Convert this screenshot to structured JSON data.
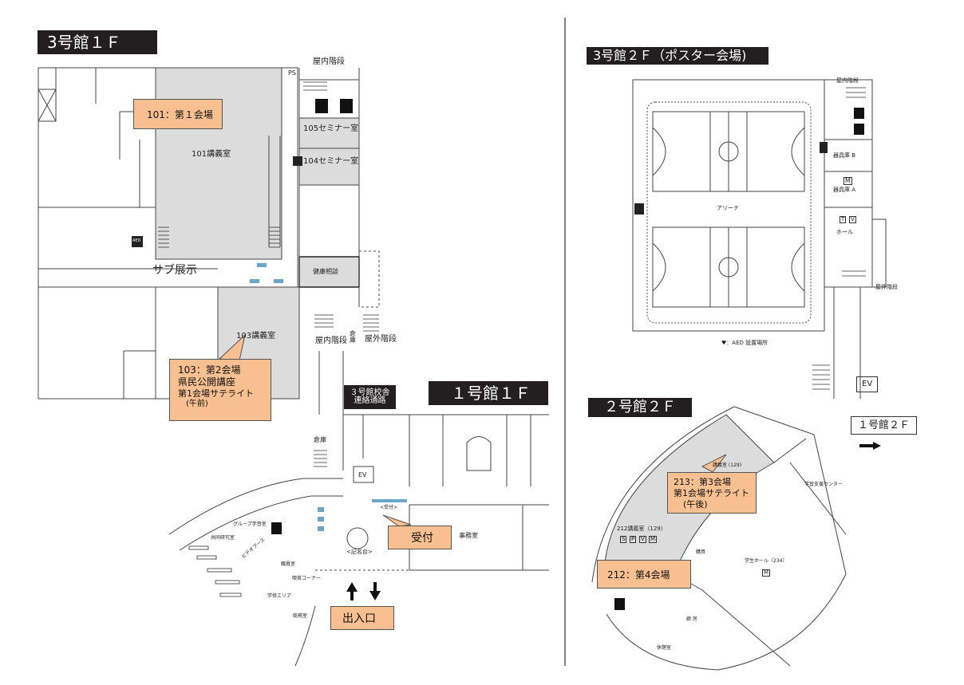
{
  "headers": {
    "b3_1f": "3号館１Ｆ",
    "b3_2f": "3号館２Ｆ（ポスター会場)",
    "b1_1f": "１号館１Ｆ",
    "b2_2f": "２号館２Ｆ"
  },
  "callouts": {
    "c101": "101：第１会場",
    "c103_line1": "103：第2会場",
    "c103_line2": "県民公開講座",
    "c103_line3": "第1会場サテライト",
    "c103_line4": "(午前)",
    "reception": "受付",
    "entrance": "出入口",
    "c213_line1": "213：第3会場",
    "c213_line2": "第1会場サテライト",
    "c213_line3": "(午後)",
    "c212": "212：第4会場"
  },
  "rooms_3f1": {
    "indoor_stairs_top": "屋内階段",
    "ps": "PS",
    "room101": "101講義室",
    "room105": "105セミナー室",
    "room104": "104セミナー室",
    "sub_exhibit": "サブ展示",
    "health": "健康相談",
    "room103": "103講義室",
    "indoor_stairs": "屋内階段",
    "outdoor_stairs": "屋外階段",
    "storage": "倉庫",
    "aed": "AED"
  },
  "corridor_label": {
    "line1": "３号館校舎",
    "line2": "連絡通路"
  },
  "rooms_1f": {
    "storage": "倉庫",
    "ev": "EV",
    "reception_small": "<受付>",
    "podium": "<記名台>",
    "office": "事務室",
    "group_study": "グループ学習室",
    "joint_research": "共同研究室",
    "video_booth": "ビデオブース",
    "cafe": "喫茶コーナー",
    "study_area": "学修エリア",
    "staff": "職員室",
    "admin": "総務室"
  },
  "rooms_3f2": {
    "indoor_stairs": "屋内階段",
    "equip_b": "器具庫 B",
    "equip_a": "器具庫 A",
    "arena": "アリーナ",
    "hall": "ホール",
    "outdoor_stairs": "屋外階段",
    "aed_note": "♥：AED 設置場所",
    "ev": "EV",
    "to_1f2": "１号館２Ｆ",
    "m_badge": "M",
    "t_badge": "T",
    "v_badge": "V"
  },
  "rooms_2f2": {
    "room213": "講義室 (129)",
    "room212": "212講義室（129）",
    "badges": [
      "S",
      "P",
      "V",
      "M"
    ],
    "student_support": "学習支援センター",
    "student_hall": "学生ホール（234）",
    "m_badge": "M",
    "lounge": "休憩室",
    "corridor": "廊 房",
    "store": "購買"
  }
}
